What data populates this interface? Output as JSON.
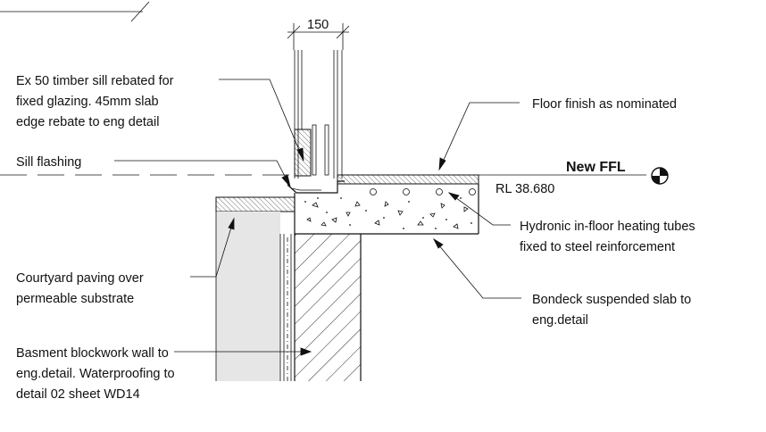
{
  "dimension": {
    "value": "150"
  },
  "labels": {
    "timber_sill": [
      "Ex 50 timber sill rebated for",
      "fixed glazing. 45mm slab",
      "edge rebate to eng detail"
    ],
    "sill_flashing": [
      "Sill flashing"
    ],
    "floor_finish": [
      "Floor finish as nominated"
    ],
    "hydronic": [
      "Hydronic in-floor heating tubes",
      "fixed to steel reinforcement"
    ],
    "courtyard": [
      "Courtyard paving over",
      "permeable substrate"
    ],
    "bondeck": [
      "Bondeck suspended slab to",
      "eng.detail"
    ],
    "basement": [
      "Basment blockwork wall to",
      "eng.detail. Waterproofing to",
      "detail 02 sheet WD14"
    ]
  },
  "level": {
    "name": "New FFL",
    "rl": "RL 38.680"
  },
  "colors": {
    "line": "#111111",
    "paving_fill": "#e6e6e6",
    "concrete_fill": "#ffffff"
  }
}
